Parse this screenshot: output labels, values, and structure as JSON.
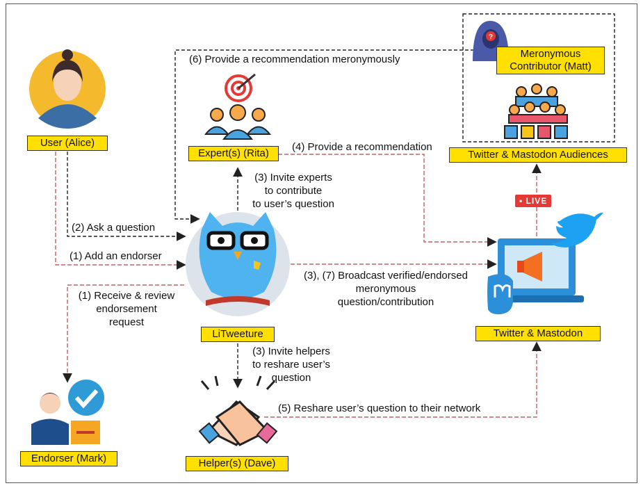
{
  "nodes": {
    "user": "User (Alice)",
    "expert": "Expert(s) (Rita)",
    "litweeture": "LiTweeture",
    "endorser": "Endorser (Mark)",
    "helper": "Helper(s) (Dave)",
    "platform": "Twitter & Mastodon",
    "audiences": "Twitter & Mastodon Audiences",
    "meronymous_line1": "Meronymous",
    "meronymous_line2": "Contributor (Matt)"
  },
  "edges": {
    "e6": "(6) Provide a recommendation meronymously",
    "e4": "(4) Provide a recommendation",
    "e3_experts_1": "(3) Invite experts",
    "e3_experts_2": "to contribute",
    "e3_experts_3": "to user’s question",
    "e2": "(2) Ask a question",
    "e1_add": "(1) Add an endorser",
    "e1_receive_1": "(1) Receive & review",
    "e1_receive_2": "endorsement",
    "e1_receive_3": "request",
    "e37_1": "(3), (7) Broadcast verified/endorsed",
    "e37_2": "meronymous",
    "e37_3": "question/contribution",
    "e3_helpers_1": "(3) Invite helpers",
    "e3_helpers_2": "to reshare user’s",
    "e3_helpers_3": "question",
    "e5": "(5) Reshare user’s question to their network"
  },
  "badges": {
    "live": "• LIVE"
  },
  "colors": {
    "node_fill": "#ffe000",
    "edge_red": "#c06060",
    "edge_black": "#222222",
    "twitter_blue": "#1da1f2",
    "mastodon_blue": "#2b90d9"
  }
}
